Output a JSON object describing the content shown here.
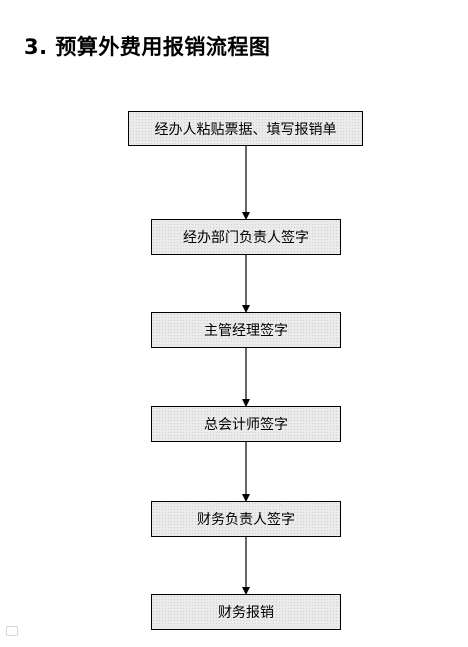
{
  "page": {
    "title": "3. 预算外费用报销流程图"
  },
  "flowchart": {
    "steps": [
      {
        "label": "经办人粘贴票据、填写报销单"
      },
      {
        "label": "经办部门负责人签字"
      },
      {
        "label": "主管经理签字"
      },
      {
        "label": "总会计师签字"
      },
      {
        "label": "财务负责人签字"
      },
      {
        "label": "财务报销"
      }
    ]
  }
}
